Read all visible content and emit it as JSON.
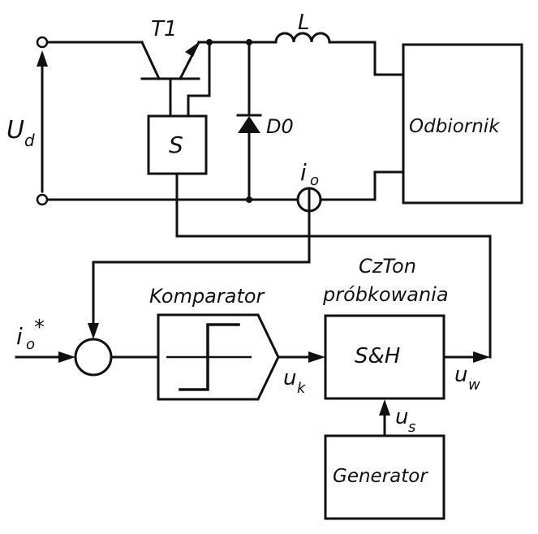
{
  "labels": {
    "transistor": "T1",
    "inductor": "L",
    "diode": "D0",
    "driver": "S",
    "supply_voltage": "U",
    "supply_voltage_sub": "d",
    "current_sensor": "i",
    "current_sensor_sub": "o",
    "load": "Odbiornik",
    "reference_current": "i",
    "reference_current_sub": "o",
    "reference_current_sup": "*",
    "comparator": "Komparator",
    "sampling_line1": "CzTon",
    "sampling_line2": "próbkowania",
    "sample_hold": "S&H",
    "comparator_out": "u",
    "comparator_out_sub": "k",
    "sampler_out": "u",
    "sampler_out_sub": "w",
    "generator_out": "u",
    "generator_out_sub": "s",
    "generator": "Generator"
  }
}
